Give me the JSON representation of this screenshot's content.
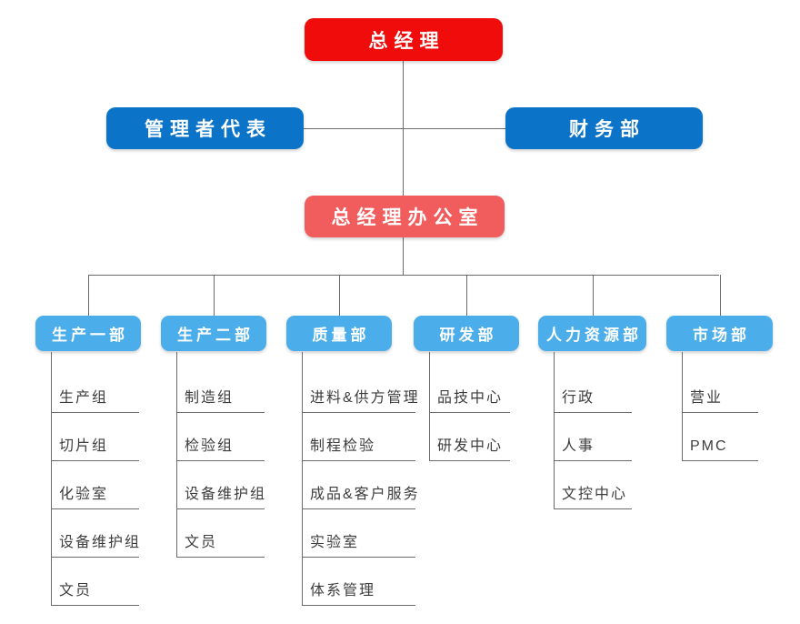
{
  "org": {
    "root": {
      "label": "总经理"
    },
    "level2": [
      {
        "label": "管理者代表"
      },
      {
        "label": "财务部"
      }
    ],
    "office": {
      "label": "总经理办公室"
    },
    "departments": [
      {
        "label": "生产一部",
        "children": [
          "生产组",
          "切片组",
          "化验室",
          "设备维护组",
          "文员"
        ]
      },
      {
        "label": "生产二部",
        "children": [
          "制造组",
          "检验组",
          "设备维护组",
          "文员"
        ]
      },
      {
        "label": "质量部",
        "children": [
          "进料&供方管理",
          "制程检验",
          "成品&客户服务",
          "实验室",
          "体系管理"
        ]
      },
      {
        "label": "研发部",
        "children": [
          "品技中心",
          "研发中心"
        ]
      },
      {
        "label": "人力资源部",
        "children": [
          "行政",
          "人事",
          "文控中心"
        ]
      },
      {
        "label": "市场部",
        "children": [
          "营业",
          "PMC"
        ]
      }
    ]
  },
  "colors": {
    "root_box": "#f10c0c",
    "level2_box": "#0b74c9",
    "office_box": "#f15d5d",
    "department_box": "#4bade9",
    "connector": "#6b6b6b",
    "item_text": "#3d3d3d",
    "box_text": "#ffffff"
  }
}
